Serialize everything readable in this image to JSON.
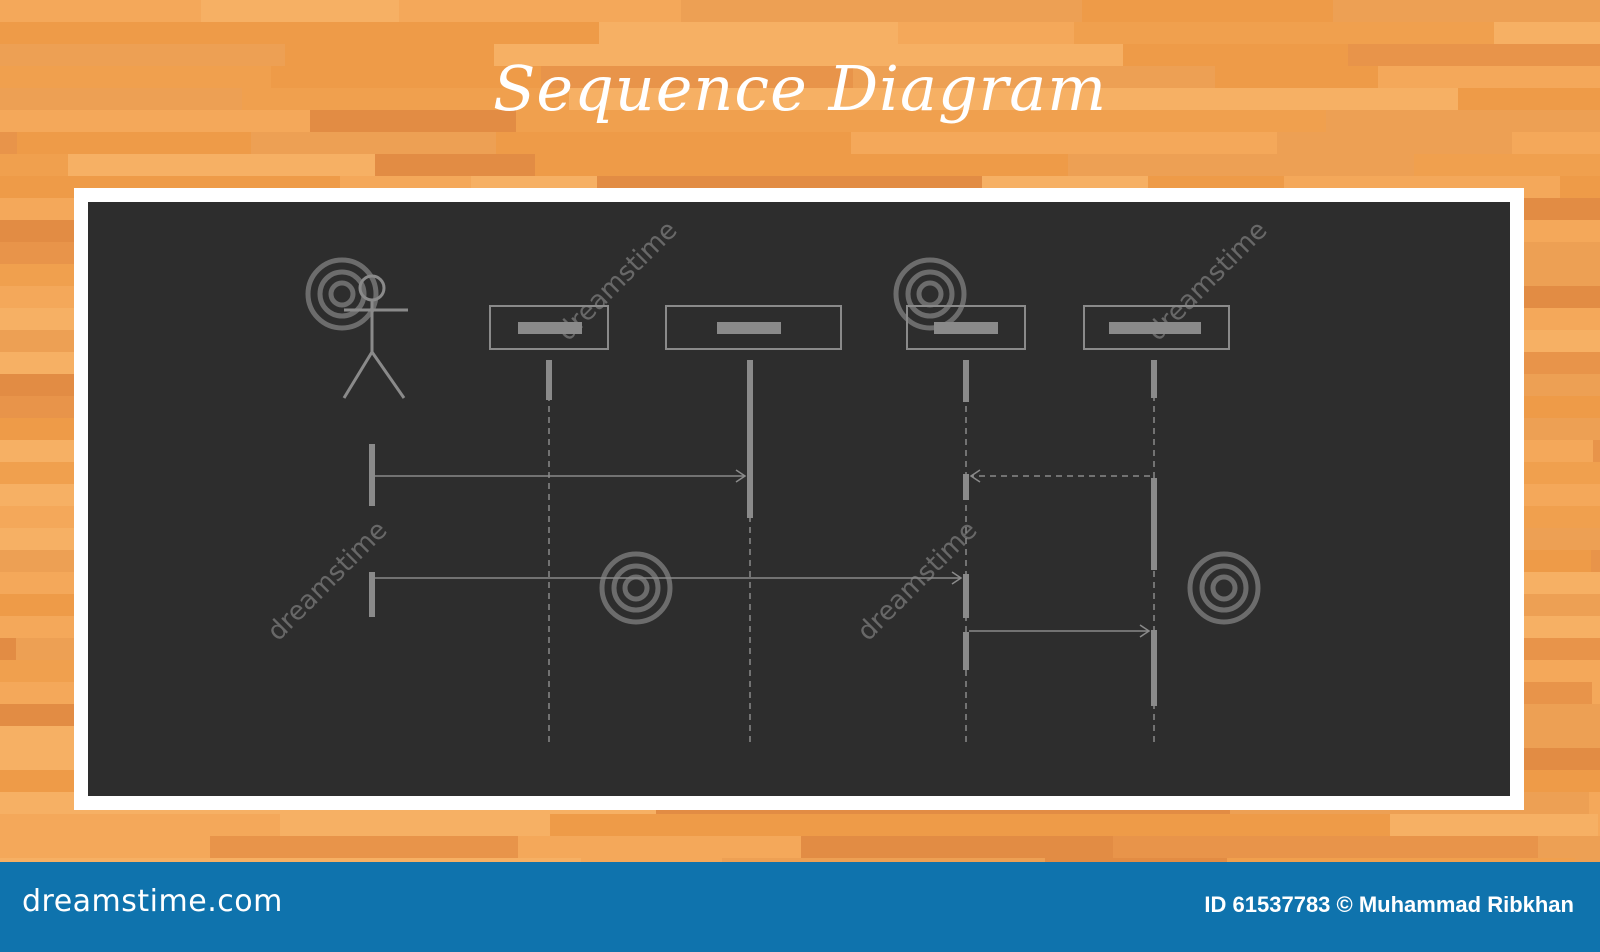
{
  "title": "Sequence Diagram",
  "footer": {
    "logo": "dreamstime.com",
    "credit": "ID 61537783 © Muhammad Ribkhan"
  },
  "watermark": {
    "text": "dreamstime"
  },
  "colors": {
    "wood": "#f2a250",
    "board": "#2d2d2d",
    "frame": "#ffffff",
    "diagram_lines": "#8a8a8a",
    "footer": "#0f73ad"
  },
  "diagram": {
    "participants": [
      {
        "kind": "actor",
        "label": ""
      },
      {
        "kind": "object",
        "label": ""
      },
      {
        "kind": "object",
        "label": ""
      },
      {
        "kind": "object",
        "label": ""
      },
      {
        "kind": "object",
        "label": ""
      }
    ],
    "messages": [
      {
        "from": 0,
        "to": 2,
        "style": "solid"
      },
      {
        "from": 4,
        "to": 3,
        "style": "dashed"
      },
      {
        "from": 0,
        "to": 3,
        "style": "solid"
      },
      {
        "from": 3,
        "to": 4,
        "style": "solid"
      }
    ]
  }
}
